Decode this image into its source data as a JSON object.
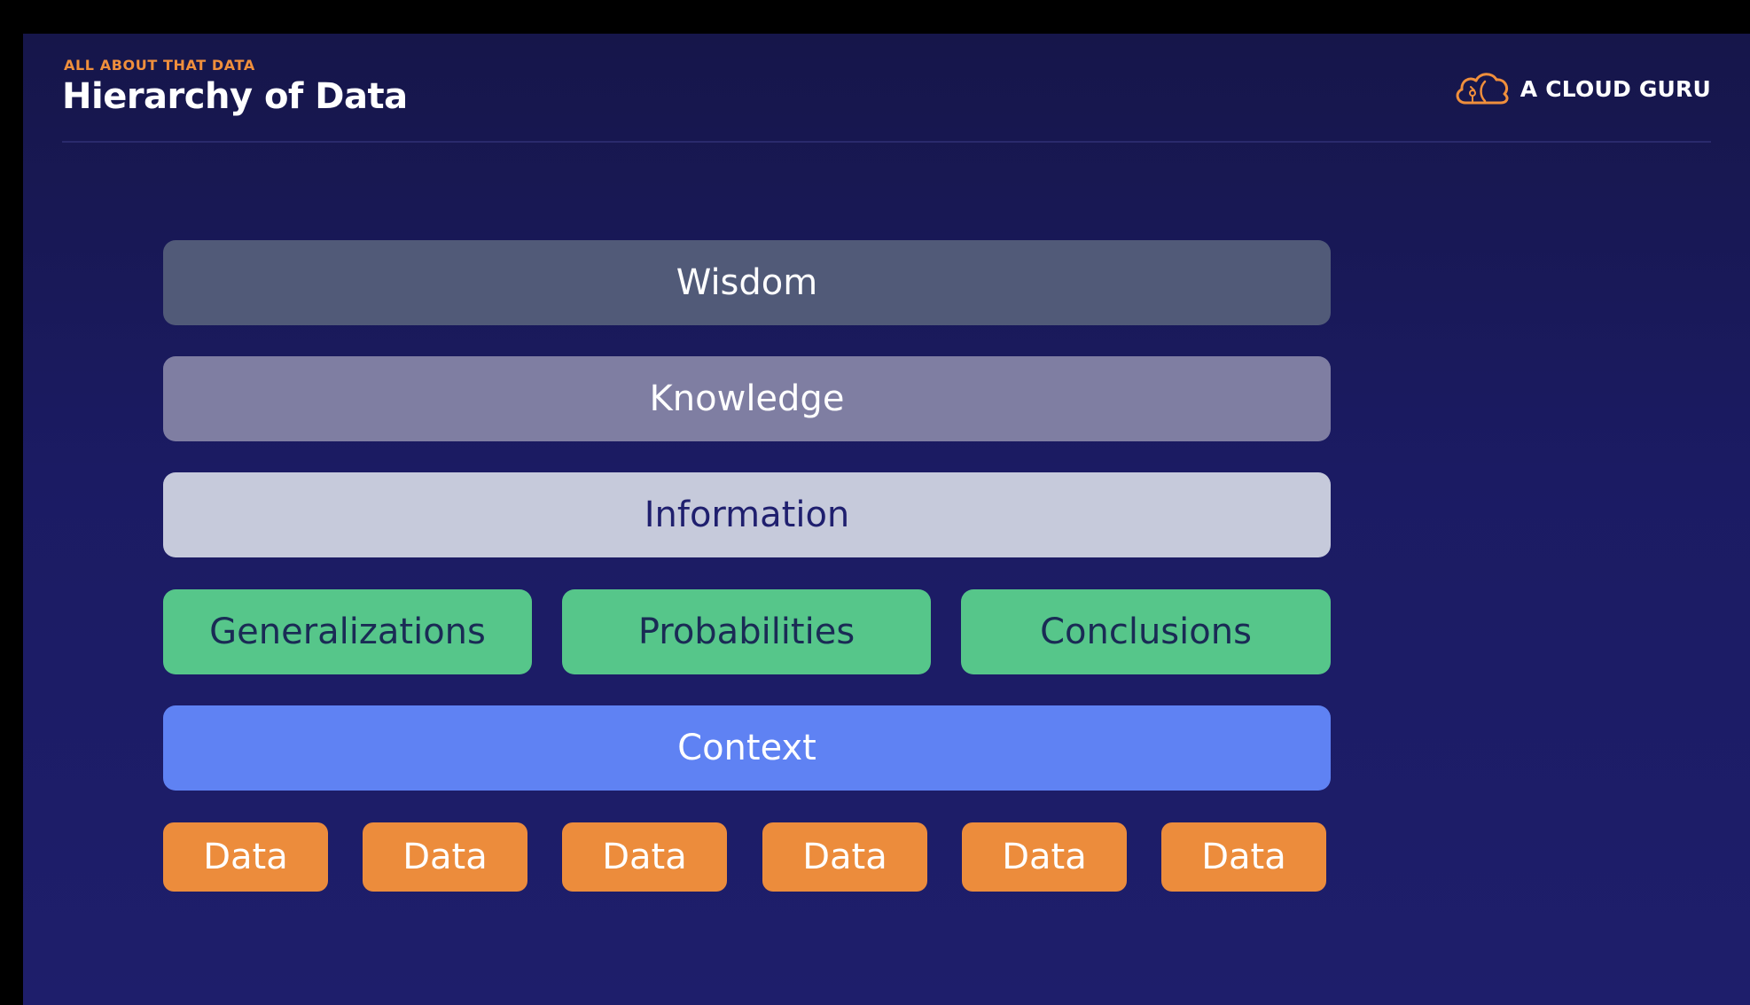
{
  "header": {
    "kicker": "ALL ABOUT THAT DATA",
    "title": "Hierarchy of Data"
  },
  "brand": {
    "name": "A CLOUD GURU",
    "icon": "cloud-logo-icon",
    "color": "#f08f3c"
  },
  "diagram": {
    "levels": {
      "wisdom": "Wisdom",
      "knowledge": "Knowledge",
      "information": "Information",
      "middle": [
        "Generalizations",
        "Probabilities",
        "Conclusions"
      ],
      "context": "Context",
      "data": [
        "Data",
        "Data",
        "Data",
        "Data",
        "Data",
        "Data"
      ]
    },
    "colors": {
      "wisdom": "#515a78",
      "knowledge": "#7f7ea2",
      "information": "#c6cadb",
      "middle": "#56c68a",
      "context": "#5f82f3",
      "data": "#ec8c3c"
    }
  }
}
